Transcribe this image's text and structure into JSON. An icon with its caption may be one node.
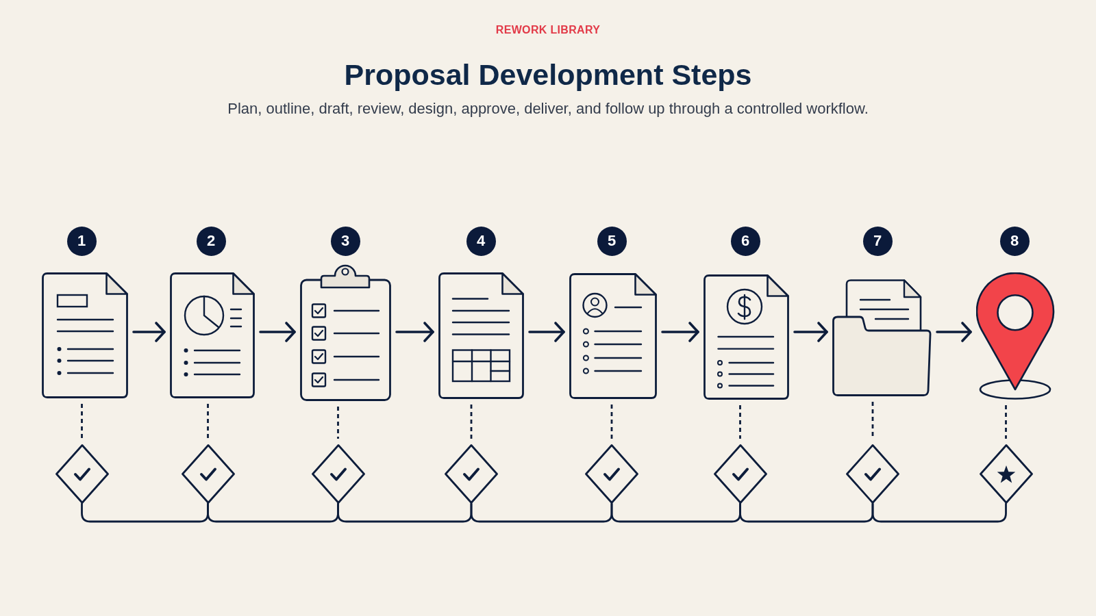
{
  "diagram": {
    "title": "Proposal Development Steps",
    "nodes": [
      {
        "text": [
          "1"
        ]
      },
      {
        "text": [
          "2"
        ]
      },
      {
        "text": [
          "3"
        ]
      },
      {
        "text": [
          "4"
        ]
      },
      {
        "text": [
          "5"
        ]
      },
      {
        "text": [
          "6"
        ]
      },
      {
        "text": [
          "7"
        ]
      },
      {
        "text": [
          "8"
        ]
      },
      {
        "text": [],
        "shape": "picture"
      },
      {
        "text": [],
        "shape": "picture"
      },
      {
        "text": [],
        "shape": "picture"
      },
      {
        "text": [],
        "shape": "picture"
      },
      {
        "text": [],
        "shape": "picture"
      },
      {
        "text": [],
        "shape": "picture"
      },
      {
        "text": [],
        "shape": "picture"
      },
      {
        "text": [],
        "shape": "picture"
      },
      {
        "text": [],
        "shape": "diamond"
      },
      {
        "text": [],
        "shape": "diamond"
      },
      {
        "text": [],
        "shape": "diamond"
      },
      {
        "text": [],
        "shape": "diamond"
      },
      {
        "text": [],
        "shape": "diamond"
      },
      {
        "text": [],
        "shape": "diamond"
      },
      {
        "text": [],
        "shape": "diamond"
      },
      {
        "text": [],
        "shape": "diamond"
      }
    ],
    "edges": [
      {
        "from": 8,
        "to": 9,
        "arrow": "to"
      },
      {
        "from": 9,
        "to": 10,
        "arrow": "to"
      },
      {
        "from": 10,
        "to": 11,
        "arrow": "to"
      },
      {
        "from": 11,
        "to": 12,
        "arrow": "to"
      },
      {
        "from": 12,
        "to": 13,
        "arrow": "to"
      },
      {
        "from": 13,
        "to": 14,
        "arrow": "to"
      },
      {
        "from": 14,
        "to": 15,
        "arrow": "to"
      },
      {
        "from": 8,
        "to": 16,
        "arrow": "none",
        "style": "dashed"
      },
      {
        "from": 9,
        "to": 17,
        "arrow": "none",
        "style": "dashed"
      },
      {
        "from": 10,
        "to": 18,
        "arrow": "none",
        "style": "dashed"
      },
      {
        "from": 11,
        "to": 19,
        "arrow": "none",
        "style": "dashed"
      },
      {
        "from": 12,
        "to": 20,
        "arrow": "none",
        "style": "dashed"
      },
      {
        "from": 13,
        "to": 21,
        "arrow": "none",
        "style": "dashed"
      },
      {
        "from": 14,
        "to": 22,
        "arrow": "none",
        "style": "dashed"
      },
      {
        "from": 15,
        "to": 23,
        "arrow": "none",
        "style": "dashed"
      },
      {
        "from": 16,
        "to": 17,
        "arrow": "none"
      },
      {
        "from": 17,
        "to": 18,
        "arrow": "none"
      },
      {
        "from": 18,
        "to": 19,
        "arrow": "none"
      },
      {
        "from": 19,
        "to": 20,
        "arrow": "none"
      },
      {
        "from": 20,
        "to": 21,
        "arrow": "none"
      },
      {
        "from": 21,
        "to": 22,
        "arrow": "none"
      },
      {
        "from": 22,
        "to": 23,
        "arrow": "none"
      }
    ],
    "labels": [
      "REWORK LIBRARY",
      "Plan, outline, draft, review, design, approve, deliver, and follow up through a controlled workflow."
    ]
  }
}
